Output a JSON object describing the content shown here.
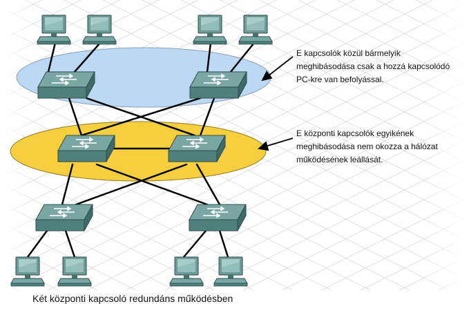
{
  "annotations": {
    "access_switch_note": {
      "lines": [
        "E kapcsolók közül bármelyik",
        "meghibásodása csak a hozzá kapcsolódó",
        "PC-kre van befolyással."
      ]
    },
    "core_switch_note": {
      "lines": [
        "E központi kapcsolók egyikének",
        "meghibásodása nem okozza a hálózat",
        "működésének leállását."
      ]
    }
  },
  "caption": "Két központi kapcsoló redundáns működésben",
  "colors": {
    "access_zone": "#bcd8f2",
    "core_zone": "#f6cf3e",
    "switch_top": "#7aa7a3",
    "switch_front": "#4f807c",
    "grid": "#d8d8d8",
    "link": "#000000",
    "pc_screen": "#89b3ae"
  },
  "icons": [
    "pc-icon",
    "switch-icon",
    "arrow-icon"
  ]
}
